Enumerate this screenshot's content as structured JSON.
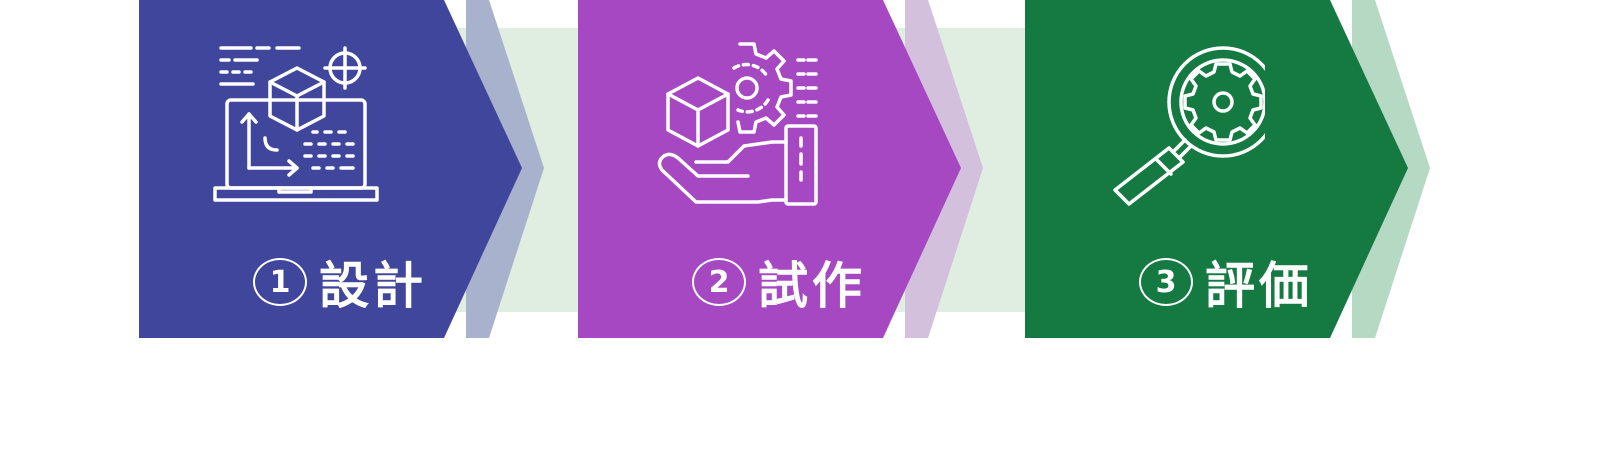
{
  "steps": [
    {
      "number": "1",
      "label": "設計",
      "icon": "laptop-design-icon",
      "color": "#40469c",
      "tint": "#a9b2cd"
    },
    {
      "number": "2",
      "label": "試作",
      "icon": "hand-box-gear-icon",
      "color": "#a548c2",
      "tint": "#d3c0dc"
    },
    {
      "number": "3",
      "label": "評価",
      "icon": "magnifier-gear-icon",
      "color": "#157a41",
      "tint": "#b6d9c3"
    }
  ],
  "connector_color": "#dfeee0"
}
